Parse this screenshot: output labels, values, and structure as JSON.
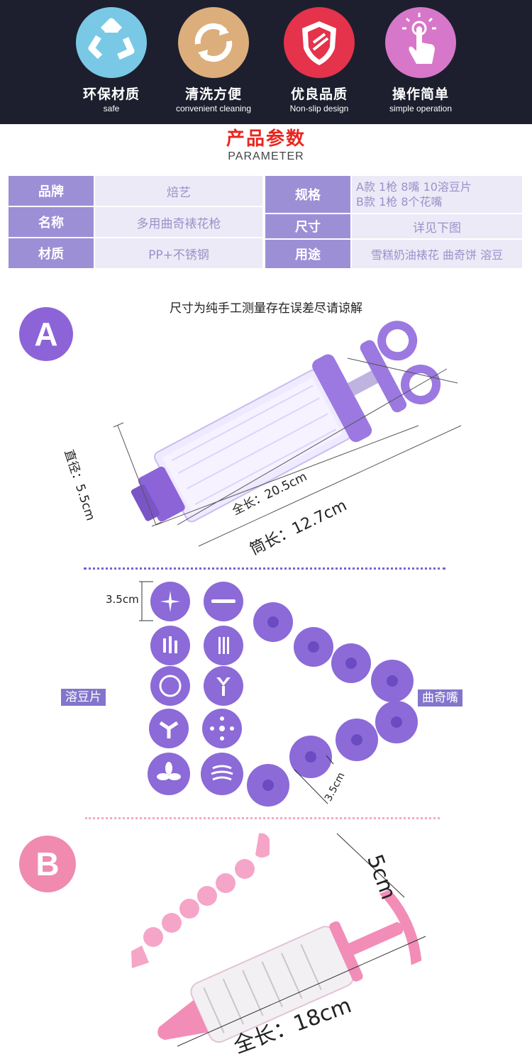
{
  "features": [
    {
      "icon": "recycle-icon",
      "zh": "环保材质",
      "en": "safe",
      "color": "#79c9e6"
    },
    {
      "icon": "refresh-icon",
      "zh": "清洗方便",
      "en": "convenient cleaning",
      "color": "#dcae7c"
    },
    {
      "icon": "shield-icon",
      "zh": "优良品质",
      "en": "Non-slip design",
      "color": "#e4334a"
    },
    {
      "icon": "tap-hand-icon",
      "zh": "操作简单",
      "en": "simple operation",
      "color": "#d777c9"
    }
  ],
  "parameter": {
    "title": "产品参数",
    "subtitle": "PARAMETER",
    "rows": [
      {
        "key": "品牌",
        "value": "焙艺"
      },
      {
        "key": "名称",
        "value": "多用曲奇裱花枪"
      },
      {
        "key": "材质",
        "value": "PP+不锈钢"
      }
    ],
    "right_rows": [
      {
        "key": "规格",
        "lines": [
          "A款 1枪 8嘴 10溶豆片",
          "B款 1枪 8个花嘴"
        ]
      },
      {
        "key": "尺寸",
        "value": "详见下图"
      },
      {
        "key": "用途",
        "value": "雪糕奶油裱花 曲奇饼 溶豆"
      }
    ],
    "colors": {
      "key_bg": "#9d8fd6",
      "value_bg": "#eceaf7",
      "value_text": "#9b91c9"
    }
  },
  "section_a": {
    "badge": "A",
    "note": "尺寸为纯手工测量存在误差尽请谅解",
    "diameter": "直径：5.5cm",
    "total_length": "全长：20.5cm",
    "barrel_length": "筒长：12.7cm",
    "disc_size": "3.5cm",
    "tip_size": "3.5cm",
    "discs_label": "溶豆片",
    "tips_label": "曲奇嘴",
    "accent": "#8c64d8"
  },
  "section_b": {
    "badge": "B",
    "height": "5cm",
    "total_length": "全长：18cm",
    "accent": "#f08aae"
  }
}
